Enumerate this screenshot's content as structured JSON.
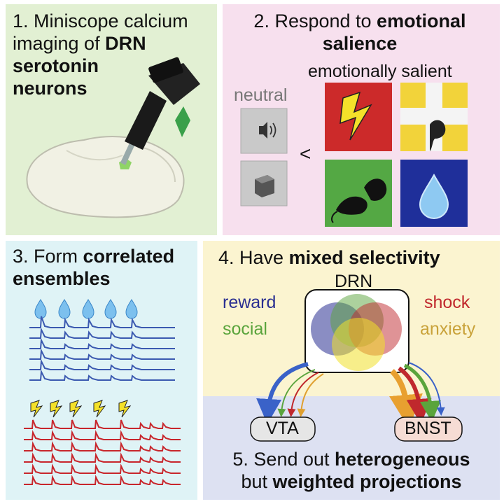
{
  "panel1": {
    "line1": "1. Miniscope calcium",
    "line2_pre": "imaging of ",
    "line2_bold": "DRN",
    "line3": "serotonin",
    "line4": "neurons"
  },
  "panel2": {
    "line1_pre": "2. Respond to ",
    "line1_bold": "emotional",
    "line2": "salience",
    "neutral_label": "neutral",
    "salient_label": "emotionally salient",
    "less_than": "<"
  },
  "panel3": {
    "line1_pre": "3. Form ",
    "line1_bold": "correlated",
    "line2": "ensembles"
  },
  "panel4": {
    "line1_pre": "4. Have ",
    "line1_bold": "mixed selectivity",
    "drn_label": "DRN",
    "reward": "reward",
    "social": "social",
    "shock": "shock",
    "anxiety": "anxiety"
  },
  "panel5": {
    "vta": "VTA",
    "bnst": "BNST",
    "line1_pre": "5. Send out ",
    "line1_bold": "heterogeneous",
    "line2_pre": "but ",
    "line2_bold": "weighted projections"
  },
  "colors": {
    "reward": "#2a2f91",
    "social": "#5aa43c",
    "shock": "#c0282d",
    "anxiety": "#c9a23a",
    "trace_blue": "#3b59b0",
    "trace_red": "#c8262c"
  }
}
